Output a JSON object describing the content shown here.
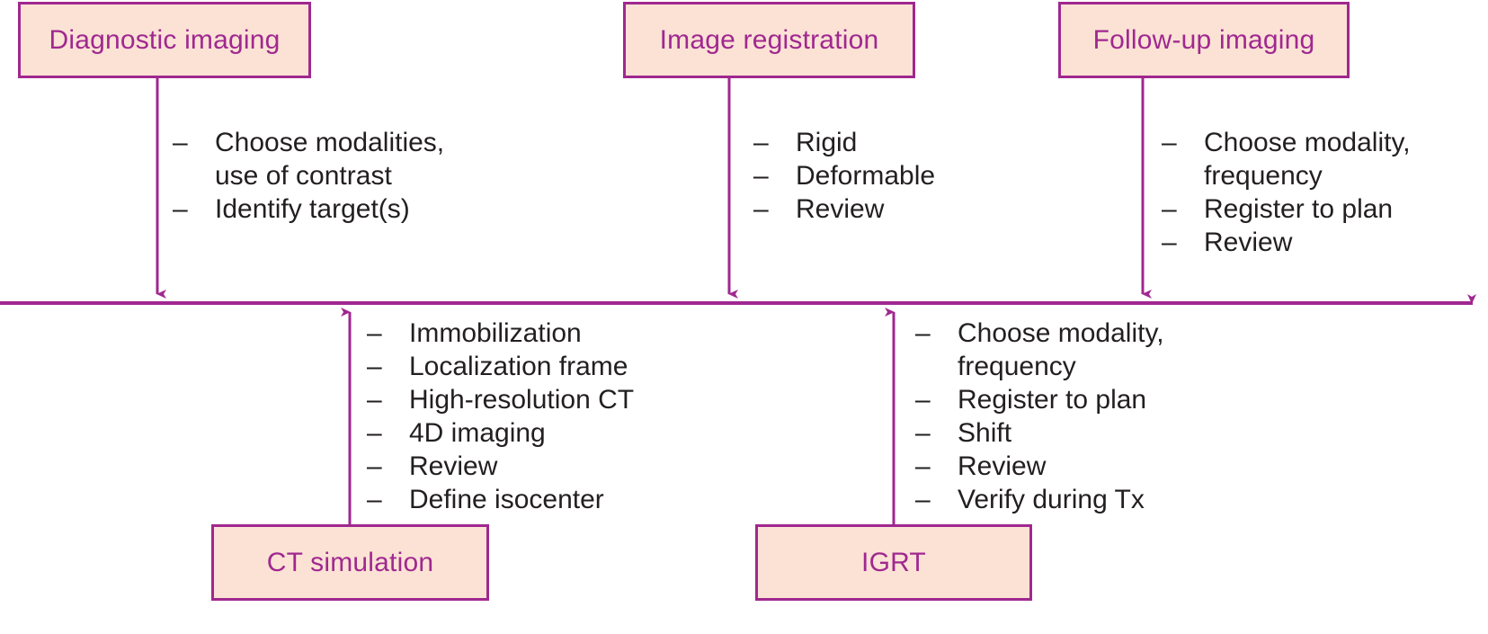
{
  "diagram": {
    "type": "timeline-flow",
    "accent_color": "#a0288f",
    "box_fill_color": "#fbe2d5",
    "text_color": "#231f20",
    "bullet_marker": "–",
    "timeline": {
      "label": "",
      "direction": "left-to-right"
    },
    "above_nodes": [
      {
        "title": "Diagnostic imaging",
        "items": [
          {
            "lines": [
              "Choose modalities,",
              "use of contrast"
            ]
          },
          {
            "lines": [
              "Identify target(s)"
            ]
          }
        ]
      },
      {
        "title": "Image registration",
        "items": [
          {
            "lines": [
              "Rigid"
            ]
          },
          {
            "lines": [
              "Deformable"
            ]
          },
          {
            "lines": [
              "Review"
            ]
          }
        ]
      },
      {
        "title": "Follow-up imaging",
        "items": [
          {
            "lines": [
              "Choose modality,",
              "frequency"
            ]
          },
          {
            "lines": [
              "Register to plan"
            ]
          },
          {
            "lines": [
              "Review"
            ]
          }
        ]
      }
    ],
    "below_nodes": [
      {
        "title": "CT simulation",
        "items": [
          {
            "lines": [
              "Immobilization"
            ]
          },
          {
            "lines": [
              "Localization frame"
            ]
          },
          {
            "lines": [
              "High-resolution CT"
            ]
          },
          {
            "lines": [
              "4D imaging"
            ]
          },
          {
            "lines": [
              "Review"
            ]
          },
          {
            "lines": [
              "Define isocenter"
            ]
          }
        ]
      },
      {
        "title": "IGRT",
        "items": [
          {
            "lines": [
              "Choose modality,",
              "frequency"
            ]
          },
          {
            "lines": [
              "Register to plan"
            ]
          },
          {
            "lines": [
              "Shift"
            ]
          },
          {
            "lines": [
              "Review"
            ]
          },
          {
            "lines": [
              "Verify during Tx"
            ]
          }
        ]
      }
    ]
  }
}
